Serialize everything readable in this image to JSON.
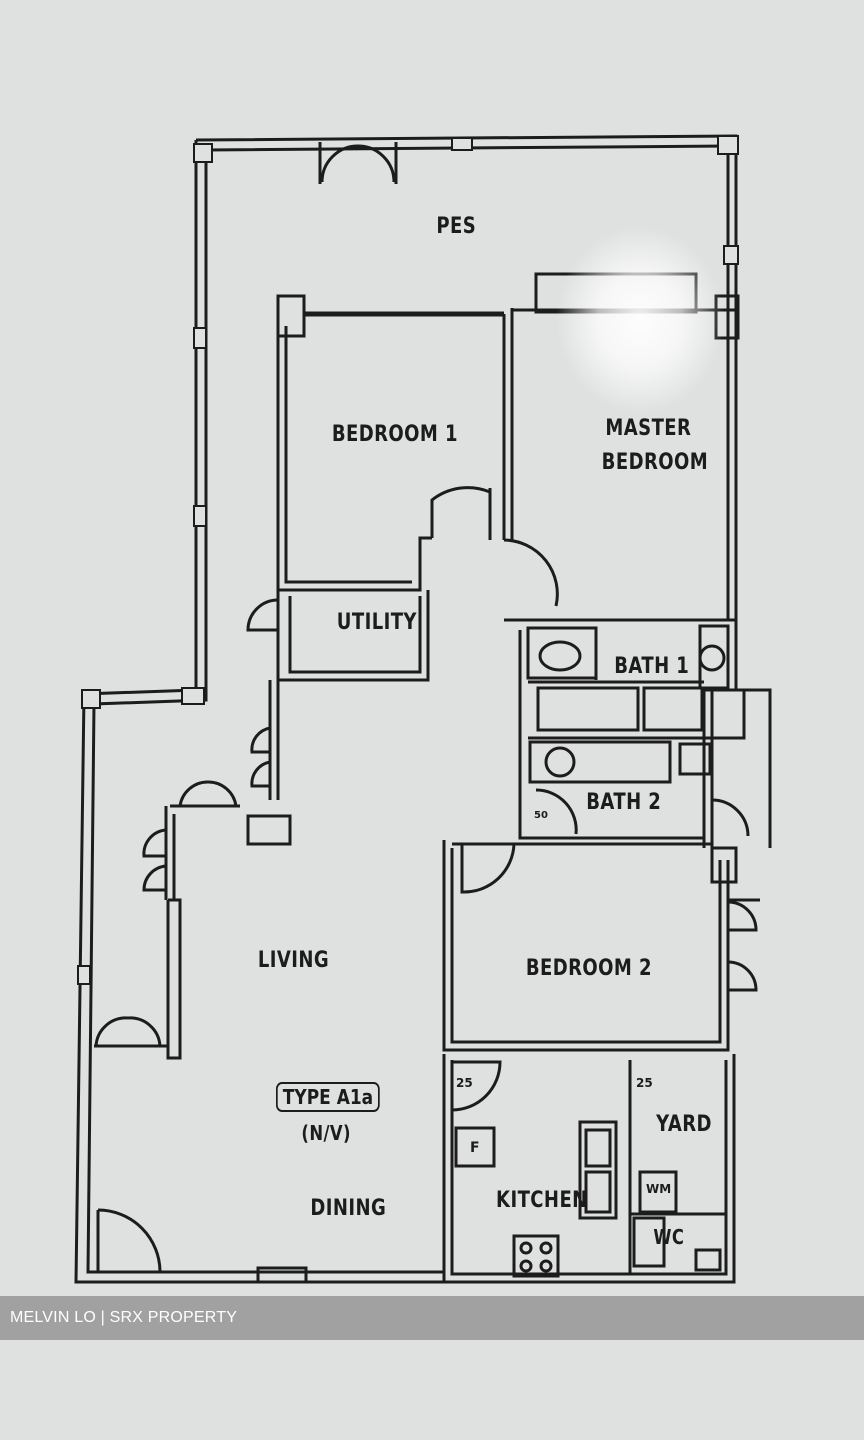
{
  "rooms": {
    "pes": "PES",
    "bedroom1": "BEDROOM 1",
    "master_line1": "MASTER",
    "master_line2": "BEDROOM",
    "utility": "UTILITY",
    "bath1": "BATH 1",
    "bath2": "BATH 2",
    "bedroom2": "BEDROOM 2",
    "living": "LIVING",
    "dining": "DINING",
    "kitchen": "KITCHEN",
    "yard": "YARD",
    "wc": "WC",
    "fridge": "F",
    "washing_machine": "WM"
  },
  "unit": {
    "type": "TYPE A1a",
    "orientation": "(N/V)"
  },
  "dimensions": {
    "d25a": "25",
    "d25b": "25",
    "d50": "50"
  },
  "watermark": "MELVIN LO | SRX PROPERTY",
  "colors": {
    "paper": "#dfe1e0",
    "ink": "#1c1c1c",
    "watermark_bar": "#6e6e6e"
  }
}
